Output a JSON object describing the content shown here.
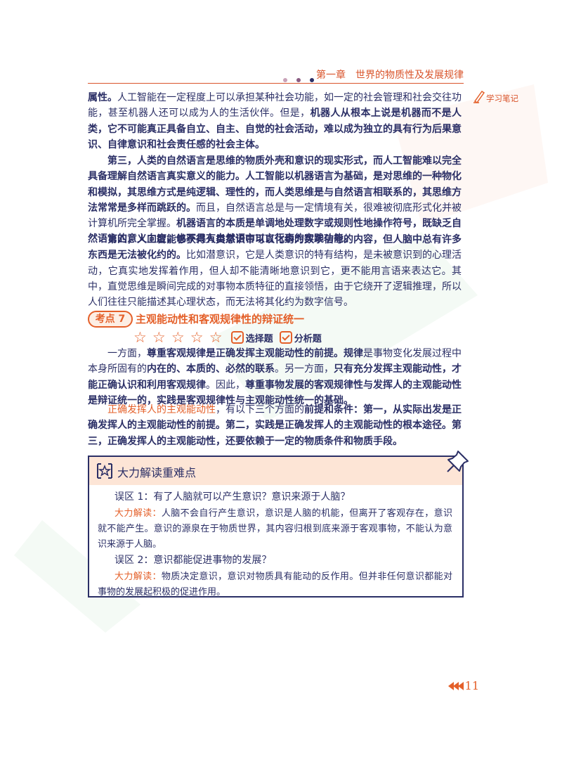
{
  "header": {
    "chapter": "第一章　世界的物质性及发展规律",
    "dot_colors": [
      "#c9a2b8",
      "#8a5c82",
      "#2b2f66"
    ]
  },
  "side_note": {
    "label": "学习笔记"
  },
  "para1": {
    "s1": "属性。",
    "s2": "人工智能在一定程度上可以承担某种社会功能，如一定的社会管理和社会交往功能，甚至机器人还可以成为人的生活伙伴。但是，",
    "s3": "机器人从根本上说是机器而不是人类，它不可能真正具备自立、自主、自觉的社会活动，难以成为独立的具有行为后果意识、自律意识和社会责任感的社会主体。"
  },
  "para2": {
    "s1": "第三，人类的自然语言是思维的物质外壳和意识的现实形式，而人工智能难以完全具备理解自然语言真实意义的能力。人工智能以机器语言为基础，是对思维的一种物化和模拟，其思维方式是纯逻辑、理性的，而人类思维是与自然语言相联系的，其思维方法常常是多样而跳跃的。",
    "s2": "而且，自然语言总是与一定情境有关，很难被彻底形式化并被计算机所完全掌握。",
    "s3": "机器语言的本质是单调地处理数字或规则性地操作符号，既缺乏自然语言的意义向度，也不具有自然语言以言行事的实践功能。"
  },
  "para3": {
    "s1": "第四，人工智能够获得人类意识中可以化约为数字信号的内容，但人脑中总有许多东西是无法被化约的。",
    "s2": "比如潜意识，它是人类意识的特有结构，是未被意识到的心理活动，它真实地发挥着作用，但人却不能清晰地意识到它，更不能用言语来表达它。其中，直觉思维是瞬间完成的对事物本质特征的直接领悟，由于它绕开了逻辑推理，所以人们往往只能描述其心理状态，而无法将其化约为数字信号。"
  },
  "kaodian": {
    "badge": "考点 7",
    "title": "主观能动性和客观规律性的辩证统一",
    "stars": "☆ ☆ ☆ ☆ ☆",
    "tag1": "选择题",
    "tag2": "分析题"
  },
  "para4": {
    "s1": "一方面，",
    "s2": "尊重客观规律是正确发挥主观能动性的前提。规律",
    "s3": "是事物变化发展过程中本身所固有的",
    "s4": "内在的、本质的、必然的联系",
    "s5": "。另一方面，",
    "s6": "只有充分发挥主观能动性，才能正确认识和利用客观规律",
    "s7": "。因此，",
    "s8": "尊重事物发展的客观规律性与发挥人的主观能动性是辩证统一的，实践是客观规律性与主观能动性统一的基础。"
  },
  "para5": {
    "s1": "正确发挥人的主观能动性",
    "s2": "，有以下三个方面的",
    "s3": "前提和条件：第一，从实际出发是正确发挥人的主观能动性的前提。第二，实践是正确发挥人的主观能动性的根本途径。第三，正确发挥人的主观能动性，还要依赖于一定的物质条件和物质手段。"
  },
  "box": {
    "title": "大力解读重难点",
    "q1": "误区 1：有了人脑就可以产生意识？意识来源于人脑？",
    "a1_label": "大力解读：",
    "a1": "人脑不会自行产生意识，意识是人脑的机能，但离开了客观存在，意识就不能产生。意识的源泉在于物质世界，其内容归根到底来源于客观事物，不能认为意识来源于人脑。",
    "q2": "误区 2：意识都能促进事物的发展？",
    "a2_label": "大力解读：",
    "a2": "物质决定意识，意识对物质具有能动的反作用。但并非任何意识都能对事物的发展起积极的促进作用。"
  },
  "footer": {
    "page": "11"
  },
  "colors": {
    "accent": "#e4602a",
    "text": "#2b2f66",
    "box_header": "#fde5d6"
  }
}
